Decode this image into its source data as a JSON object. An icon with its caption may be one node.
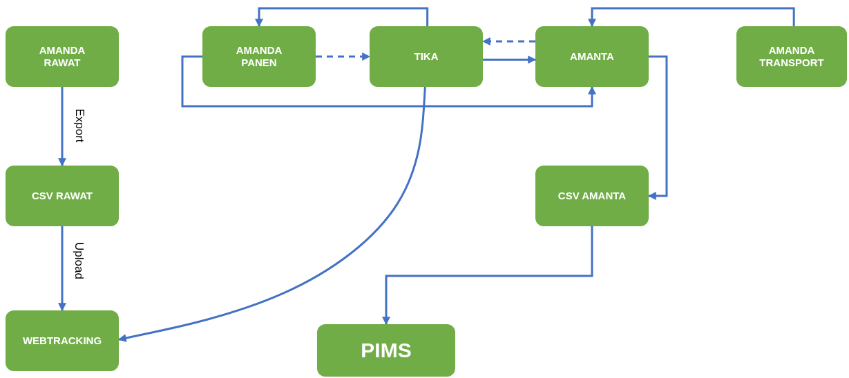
{
  "diagram": {
    "nodes": [
      {
        "text": [
          "AMANDA RAWAT"
        ]
      },
      {
        "text": [
          "AMANDA PANEN"
        ]
      },
      {
        "text": [
          "TIKA"
        ]
      },
      {
        "text": [
          "AMANTA"
        ]
      },
      {
        "text": [
          "AMANDA TRANSPORT"
        ]
      },
      {
        "text": [
          "CSV RAWAT"
        ]
      },
      {
        "text": [
          "CSV AMANTA"
        ]
      },
      {
        "text": [
          "WEBTRACKING"
        ]
      },
      {
        "text": [
          "PIMS"
        ]
      }
    ],
    "edges": [
      {
        "from": 0,
        "to": 5,
        "arrow": "to",
        "label": "Export"
      },
      {
        "from": 5,
        "to": 7,
        "arrow": "to",
        "label": "Upload"
      },
      {
        "from": 2,
        "to": 1,
        "arrow": "to"
      },
      {
        "from": 1,
        "to": 2,
        "arrow": "to",
        "style": "dashed"
      },
      {
        "from": 1,
        "to": 3,
        "arrow": "to"
      },
      {
        "from": 2,
        "to": 3,
        "arrow": "to"
      },
      {
        "from": 3,
        "to": 2,
        "arrow": "to",
        "style": "dashed"
      },
      {
        "from": 4,
        "to": 3,
        "arrow": "to"
      },
      {
        "from": 3,
        "to": 6,
        "arrow": "to"
      },
      {
        "from": 6,
        "to": 8,
        "arrow": "to"
      },
      {
        "from": 2,
        "to": 7,
        "arrow": "to"
      }
    ]
  }
}
